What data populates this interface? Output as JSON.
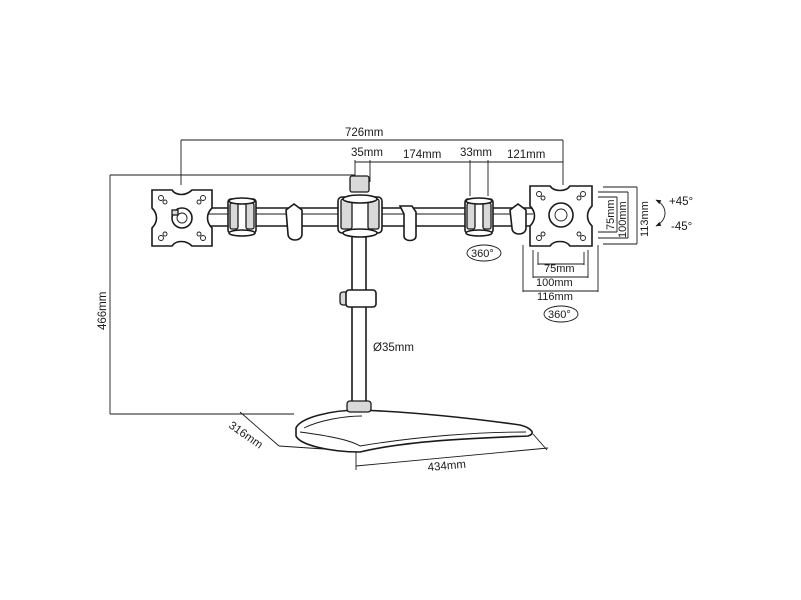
{
  "dimensions": {
    "overall_width": "726mm",
    "pole_offset": "35mm",
    "arm_span": "174mm",
    "joint_width": "33mm",
    "vesa_arm": "121mm",
    "height": "466mm",
    "pole_diameter": "Ø35mm",
    "base_depth": "316mm",
    "base_width": "434mm",
    "vesa_h_75": "75mm",
    "vesa_h_100": "100mm",
    "vesa_h_116": "116mm",
    "vesa_v_75": "75mm",
    "vesa_v_100": "100mm",
    "vesa_v_113": "113mm",
    "tilt_up": "+45°",
    "tilt_down": "-45°",
    "rotate_joint": "360°",
    "rotate_plate": "360°"
  }
}
